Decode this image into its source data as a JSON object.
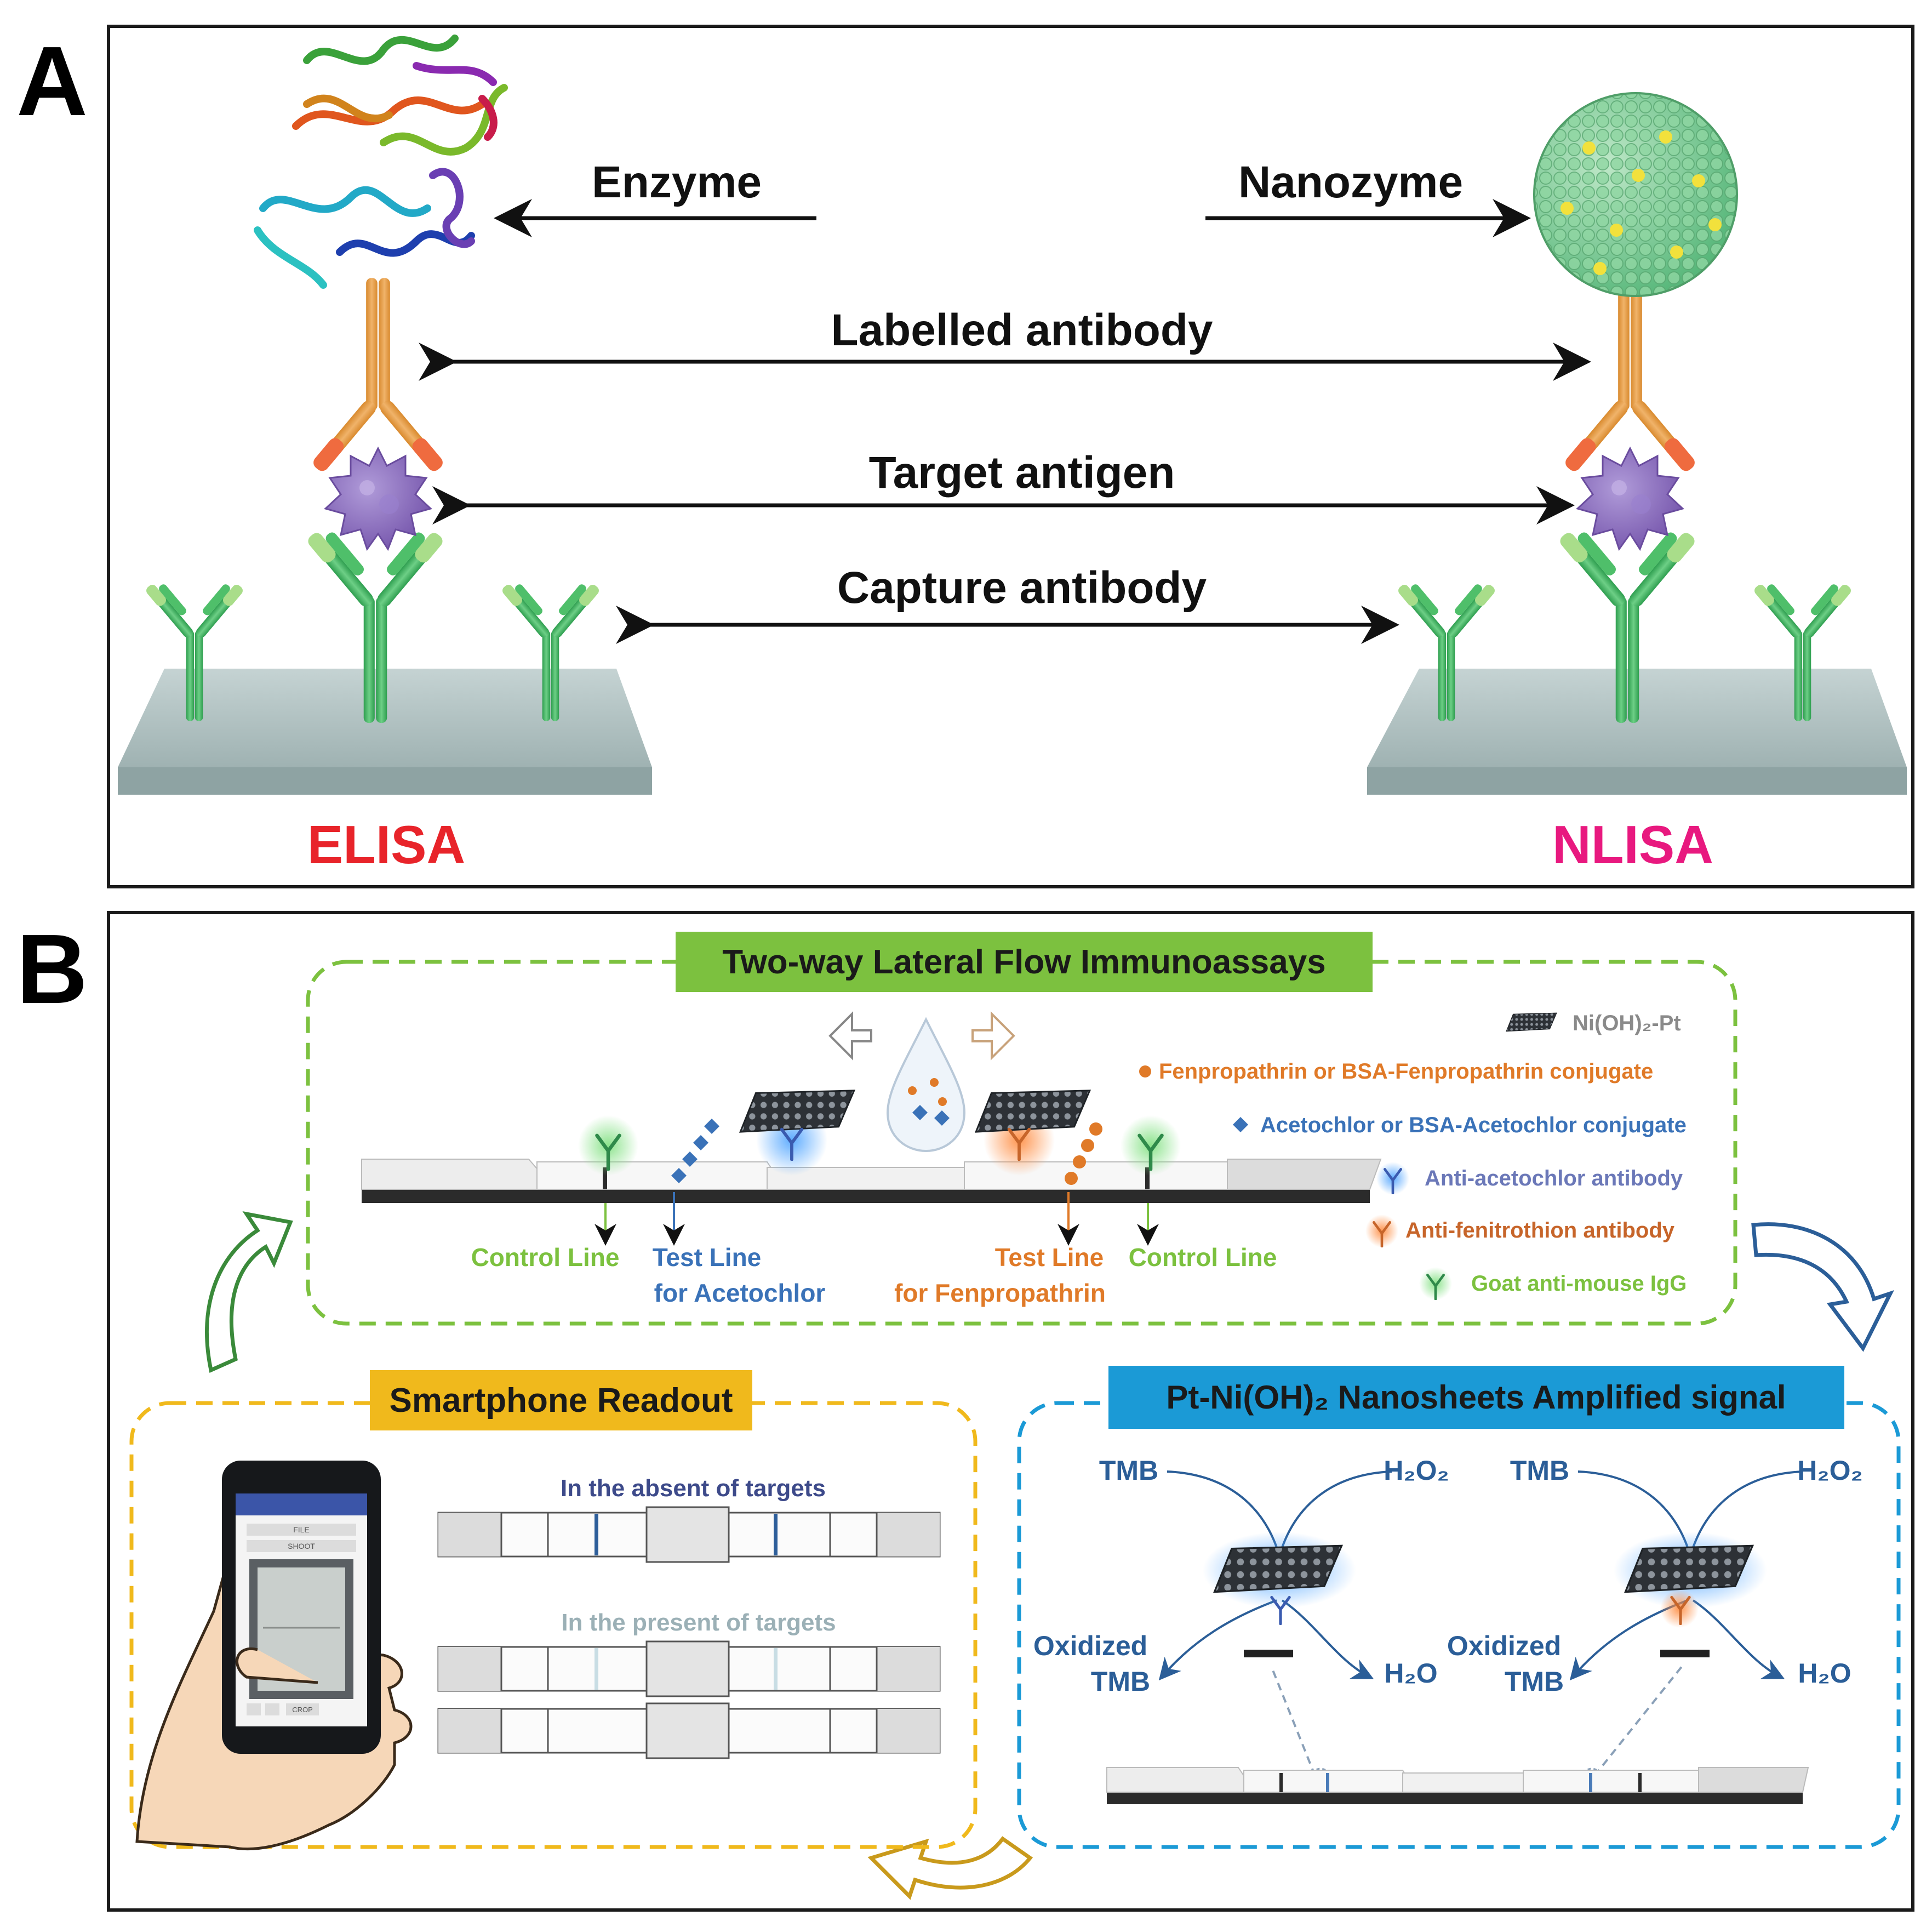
{
  "panel_a": {
    "letter": "A",
    "enzyme": "Enzyme",
    "nanozyme": "Nanozyme",
    "labelled_antibody": "Labelled antibody",
    "target_antigen": "Target antigen",
    "capture_antibody": "Capture antibody",
    "elisa": "ELISA",
    "nlisa": "NLISA",
    "colors": {
      "elisa": "#e8242a",
      "nlisa": "#e8197f"
    }
  },
  "panel_b": {
    "letter": "B",
    "lfia": {
      "title": "Two-way Lateral Flow Immunoassays",
      "control_line_left": "Control Line",
      "test_line_acetochlor": [
        "Test Line",
        "for Acetochlor"
      ],
      "test_line_fenpropathrin": [
        "Test Line",
        "for Fenpropathrin"
      ],
      "control_line_right": "Control Line",
      "legend": {
        "nioh_pt": "Ni(OH)₂-Pt",
        "fenpropathrin": "Fenpropathrin or BSA-Fenpropathrin conjugate",
        "acetochlor": "Acetochlor or BSA-Acetochlor conjugate",
        "anti_acetochlor": "Anti-acetochlor antibody",
        "anti_fenitrothion": "Anti-fenitrothion antibody",
        "goat_igg": "Goat anti-mouse IgG"
      }
    },
    "smartphone": {
      "title": "Smartphone Readout",
      "absent": "In the absent of targets",
      "present": "In the present of targets",
      "phone_buttons": [
        "FILE",
        "SHOOT",
        "CROP"
      ]
    },
    "signal": {
      "title": "Pt-Ni(OH)₂ Nanosheets Amplified signal",
      "tmb": "TMB",
      "h2o2": "H₂O₂",
      "oxidized": [
        "Oxidized",
        "TMB"
      ],
      "h2o": "H₂O"
    },
    "colors": {
      "green": "#7cc13f",
      "yellow": "#f0b91c",
      "blue": "#1b9ad6",
      "acetochlor": "#3a72b8",
      "fenpropathrin": "#e07a28"
    }
  }
}
